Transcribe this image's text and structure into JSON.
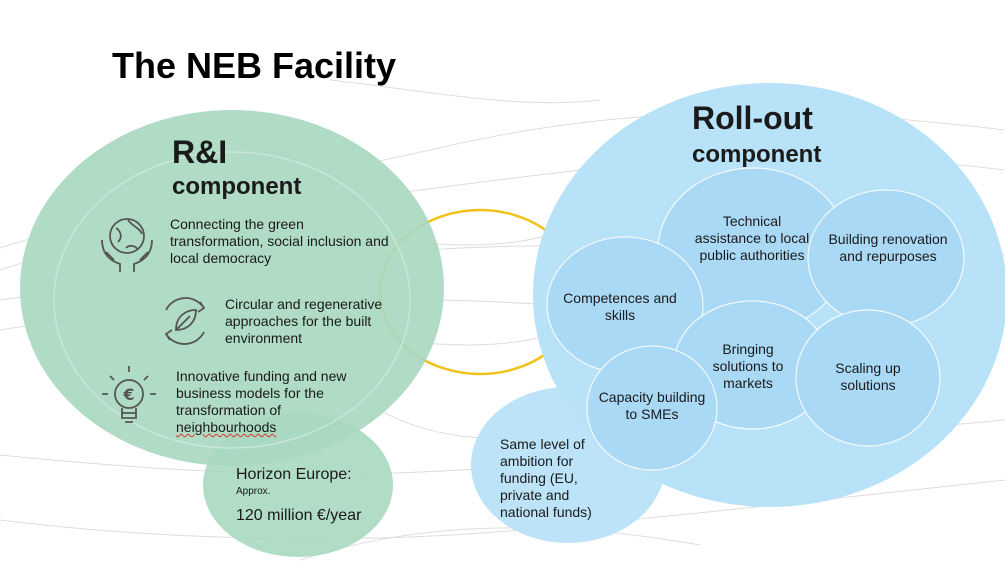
{
  "title": "The NEB Facility",
  "ri": {
    "title": "R&I",
    "subtitle": "component",
    "items": [
      {
        "icon": "earth-hands-icon",
        "text": "Connecting the green transformation, social inclusion and local democracy"
      },
      {
        "icon": "leaf-cycle-icon",
        "text": "Circular and regenerative approaches for the built environment"
      },
      {
        "icon": "euro-lightbulb-icon",
        "text_main": "Innovative funding and new business models for the transformation of",
        "text_tail": "neighbourhoods"
      }
    ],
    "funding": {
      "label": "Horizon Europe:",
      "approx": "Approx.",
      "value": "120 million €/year"
    }
  },
  "rollout": {
    "title": "Roll-out",
    "subtitle": "component",
    "circles": [
      "Technical assistance to local public authorities",
      "Building renovation and repurposes",
      "Competences and skills",
      "Bringing solutions to markets",
      "Scaling up solutions",
      "Capacity building to SMEs"
    ],
    "side_label": "Same level of ambition for funding (EU, private and national funds)"
  },
  "colors": {
    "green": "#a9d8c0",
    "blue": "#b8e2f8",
    "yellow": "#f2c21a"
  }
}
